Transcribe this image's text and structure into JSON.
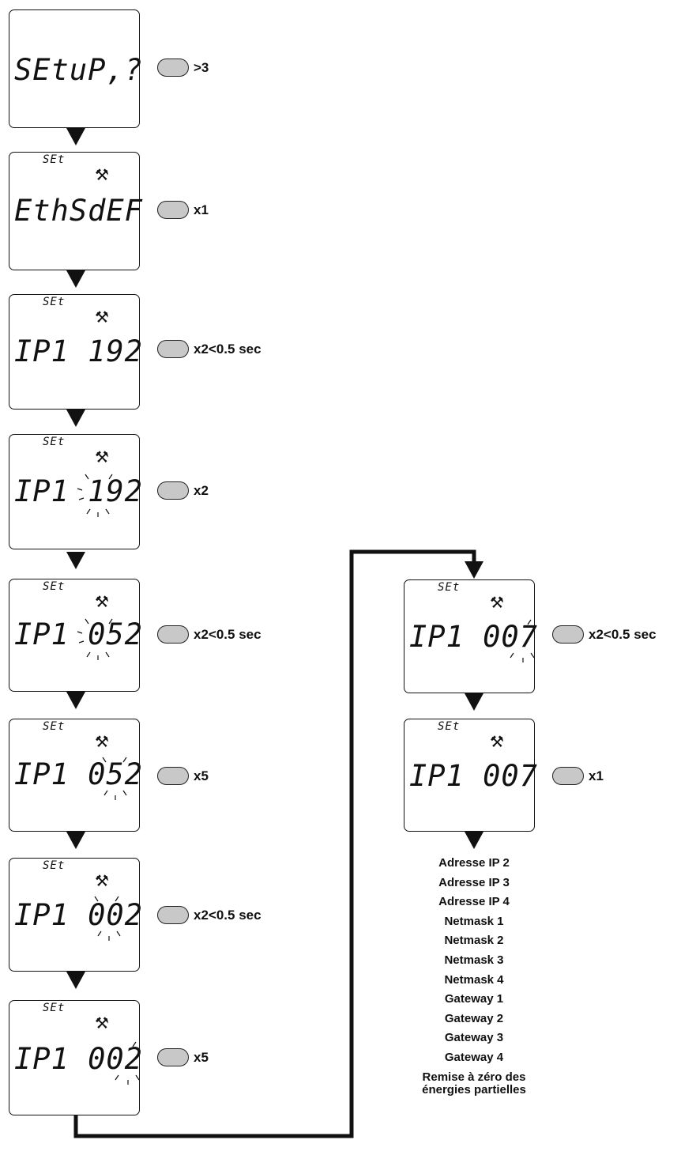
{
  "screens": [
    {
      "set": "",
      "value": "SEtuP,?",
      "tool": false,
      "button_label": ">3"
    },
    {
      "set": "SEt",
      "value": "EthSdEF",
      "tool": true,
      "button_label": "x1"
    },
    {
      "set": "SEt",
      "value": "IP1 192",
      "tool": true,
      "button_label": "x2<0.5 sec"
    },
    {
      "set": "SEt",
      "value": "IP1 192",
      "tool": true,
      "button_label": "x2"
    },
    {
      "set": "SEt",
      "value": "IP1 052",
      "tool": true,
      "button_label": "x2<0.5 sec"
    },
    {
      "set": "SEt",
      "value": "IP1 052",
      "tool": true,
      "button_label": "x5"
    },
    {
      "set": "SEt",
      "value": "IP1 002",
      "tool": true,
      "button_label": "x2<0.5 sec"
    },
    {
      "set": "SEt",
      "value": "IP1 002",
      "tool": true,
      "button_label": "x5"
    },
    {
      "set": "SEt",
      "value": "IP1 007",
      "tool": true,
      "button_label": "x2<0.5 sec"
    },
    {
      "set": "SEt",
      "value": "IP1 007",
      "tool": true,
      "button_label": "x1"
    }
  ],
  "next_steps": [
    "Adresse IP 2",
    "Adresse IP 3",
    "Adresse IP 4",
    "Netmask 1",
    "Netmask 2",
    "Netmask 3",
    "Netmask 4",
    "Gateway 1",
    "Gateway 2",
    "Gateway 3",
    "Gateway 4",
    "Remise à zéro des",
    "énergies partielles"
  ]
}
